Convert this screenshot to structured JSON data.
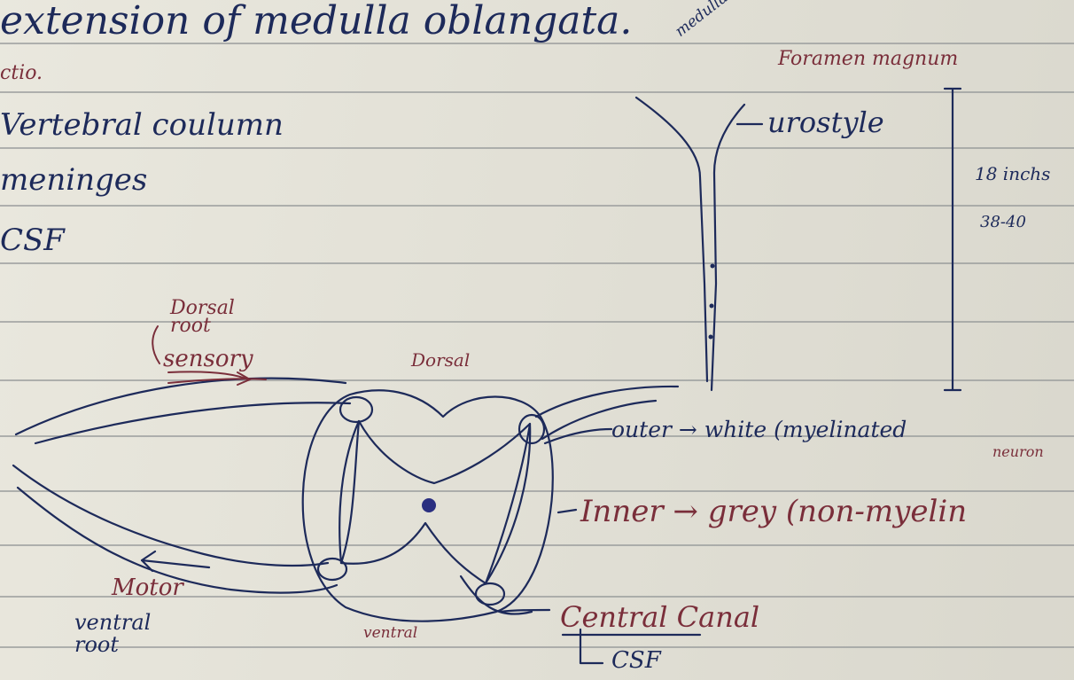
{
  "colors": {
    "paper": "#e7e5da",
    "blue_ink": "#1d2a5a",
    "red_ink": "#7a2e3a",
    "rule_line": "#9a9c9c"
  },
  "notes": {
    "heading": "extension of medulla oblangata.",
    "section": "ctio.",
    "item1": "Vertebral coulumn",
    "item2": "meninges",
    "item3": "CSF",
    "side_medulla": "medulla",
    "foramen": "Foramen magnum",
    "urostyle": "urostyle",
    "length1": "18 inchs",
    "length2": "38-40",
    "dorsal_root": "Dorsal root",
    "sensory": "sensory",
    "dorsal": "Dorsal",
    "outer_white": "outer → white (myelinated",
    "neuron": "neuron",
    "inner_grey": "Inner → grey (non-myelin",
    "motor": "Motor",
    "ventral_root": "ventral root",
    "ventral": "ventral",
    "central_canal": "Central Canal",
    "csf": "CSF"
  }
}
